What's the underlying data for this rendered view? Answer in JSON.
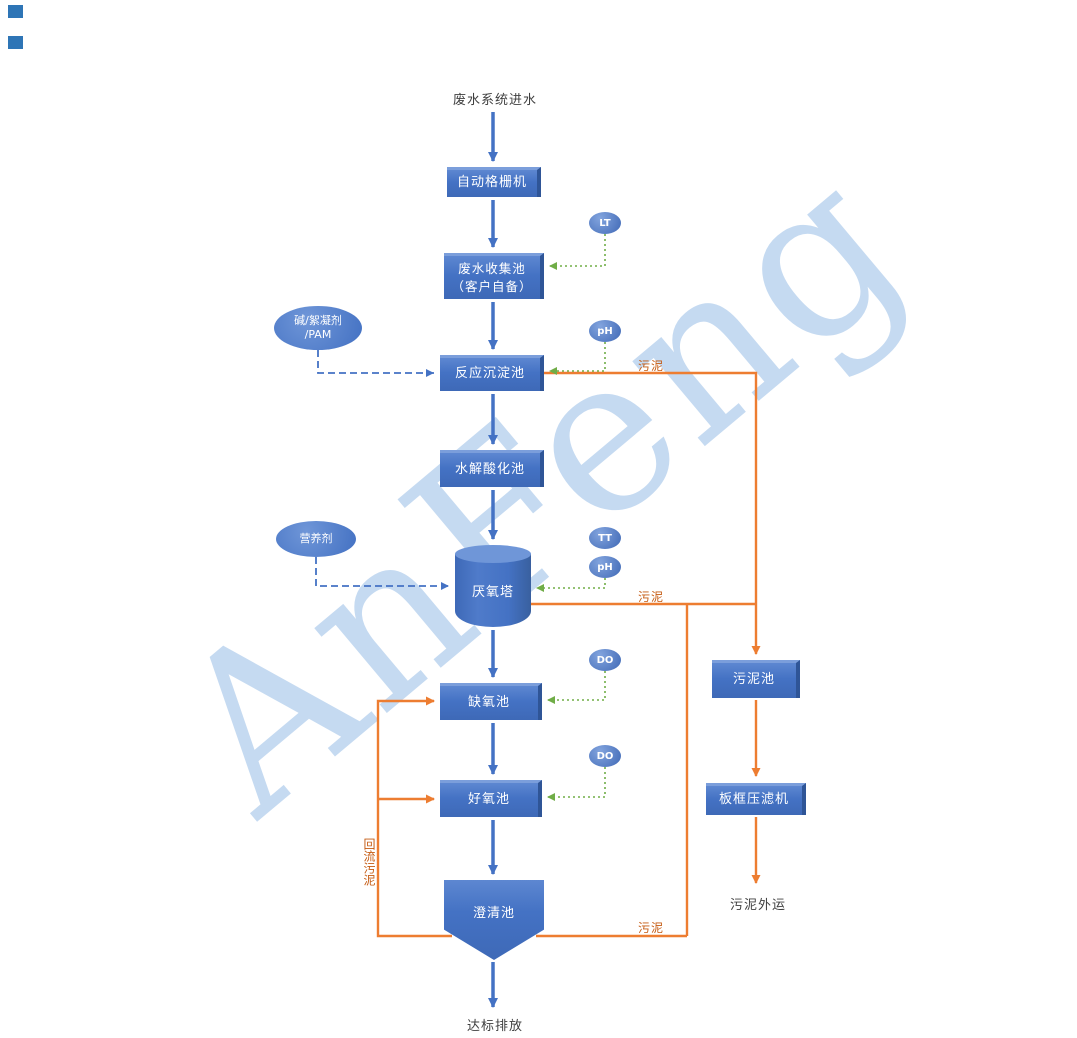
{
  "page": {
    "watermark": "AnFeng"
  },
  "flow": {
    "inflow": "废水系统进水",
    "bar_screen": "自动格栅机",
    "collection_line1": "废水收集池",
    "collection_line2": "（客户自备）",
    "reaction": "反应沉淀池",
    "hydrolysis": "水解酸化池",
    "anaerobic": "厌氧塔",
    "anoxic": "缺氧池",
    "aerobic": "好氧池",
    "clarifier": "澄清池",
    "discharge": "达标排放"
  },
  "sludge": {
    "sludge_tank": "污泥池",
    "filter_press": "板框压滤机",
    "sludge_out": "污泥外运",
    "label1": "污泥",
    "label2": "污泥",
    "label3": "污泥",
    "return_label": "回流污泥"
  },
  "dosing": {
    "alkali_line1": "碱/絮凝剂",
    "alkali_line2": "/PAM",
    "nutrient": "营养剂"
  },
  "sensors": {
    "lt": "LT",
    "ph1": "pH",
    "tt": "TT",
    "ph2": "pH",
    "do1": "DO",
    "do2": "DO"
  },
  "colors": {
    "node_blue": "#4472C4",
    "sludge_orange": "#ED7D31",
    "sensor_green": "#70AD47"
  }
}
